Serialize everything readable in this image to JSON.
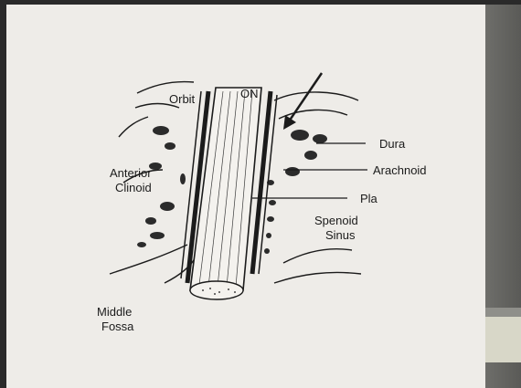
{
  "labels": {
    "orbit": "Orbit",
    "on": "ON",
    "dura": "Dura",
    "arachnoid": "Arachnoid",
    "pia": "Pla",
    "anterior_clinoid_1": "Anterior",
    "anterior_clinoid_2": "Clinoid",
    "sphenoid_sinus_1": "Spenoid",
    "sphenoid_sinus_2": "Sinus",
    "middle_fossa_1": "Middle",
    "middle_fossa_2": "Fossa"
  },
  "colors": {
    "ink": "#1b1b1b",
    "background": "#eeece8",
    "border": "#2a2a2a",
    "side_strip": "#5f5f5c"
  }
}
